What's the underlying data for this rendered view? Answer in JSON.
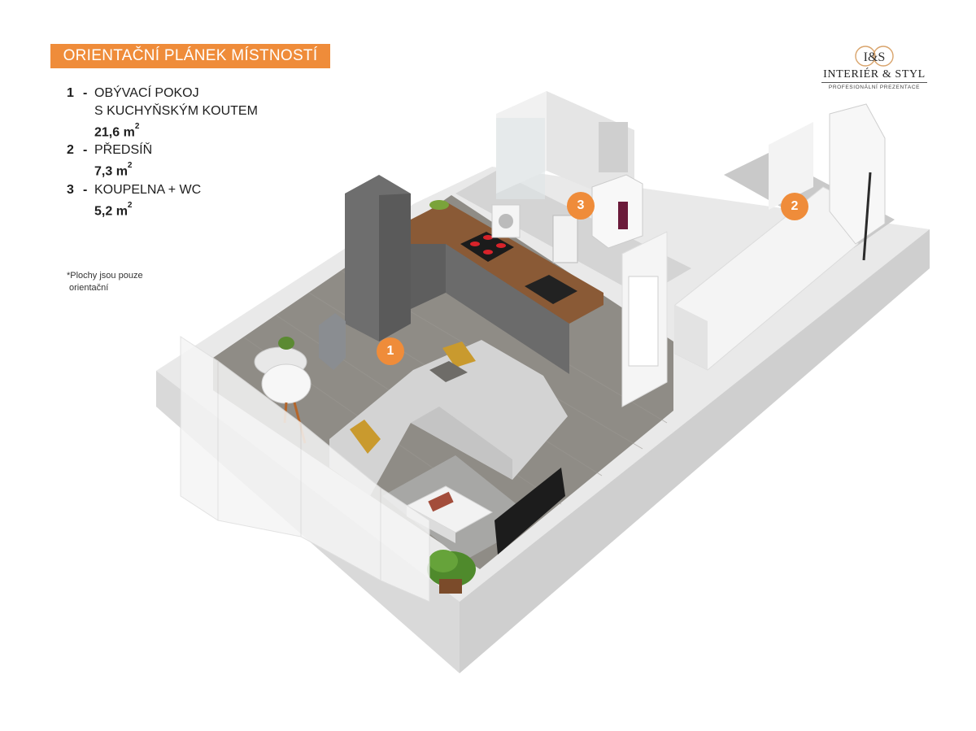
{
  "header": {
    "title": "ORIENTAČNÍ PLÁNEK MÍSTNOSTÍ"
  },
  "legend": [
    {
      "number": "1",
      "dash": "-",
      "name_line1": "OBÝVACÍ POKOJ",
      "name_line2": "S KUCHYŇSKÝM KOUTEM",
      "area": "21,6 m",
      "area_sup": "2"
    },
    {
      "number": "2",
      "dash": "-",
      "name_line1": "PŘEDSÍŇ",
      "area": "7,3 m",
      "area_sup": "2"
    },
    {
      "number": "3",
      "dash": "-",
      "name_line1": "KOUPELNA + WC",
      "area": "5,2 m",
      "area_sup": "2"
    }
  ],
  "note": {
    "line1": "*Plochy jsou pouze",
    "line2": "orientační"
  },
  "logo": {
    "monogram": "I&S",
    "name": "INTERIÉR & STYL",
    "tagline": "PROFESIONÁLNÍ PREZENTACE"
  },
  "badges": [
    {
      "label": "1"
    },
    {
      "label": "2"
    },
    {
      "label": "3"
    }
  ],
  "colors": {
    "accent": "#ef8c3a",
    "wall": "#e4e4e4",
    "floor": "#8d8a85",
    "cabinet": "#6b6b6b",
    "countertop": "#8a5a36"
  }
}
